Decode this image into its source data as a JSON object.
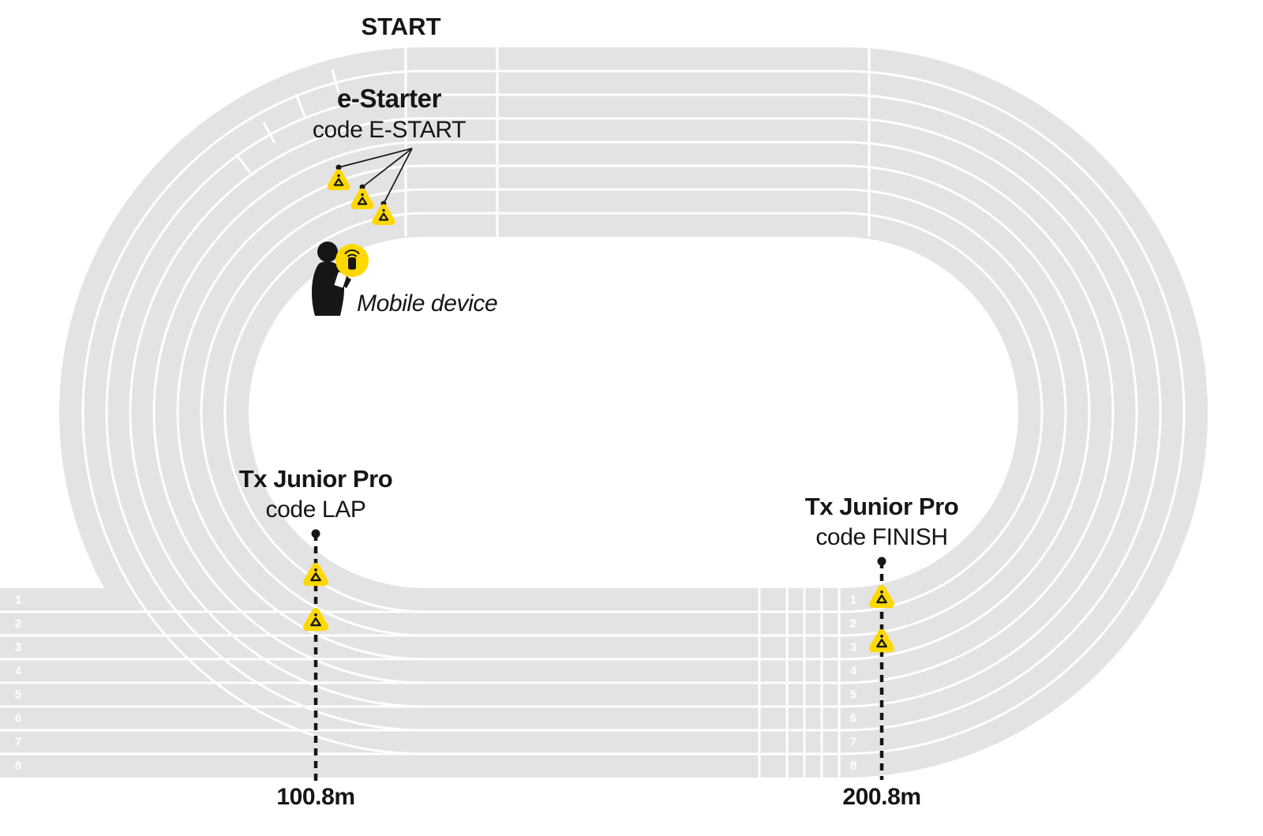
{
  "diagram": {
    "type": "athletics-track-timing-setup",
    "colors": {
      "track_gray": "#e3e3e4",
      "lane_line": "#ffffff",
      "device_yellow": "#ffd800",
      "text_black": "#161616"
    },
    "start": {
      "label": "START"
    },
    "e_starter": {
      "name": "e-Starter",
      "code": "code E-START"
    },
    "mobile_device": {
      "label": "Mobile device"
    },
    "lap_point": {
      "name": "Tx Junior Pro",
      "code": "code LAP",
      "distance": "100.8m"
    },
    "finish_point": {
      "name": "Tx Junior Pro",
      "code": "code FINISH",
      "distance": "200.8m"
    },
    "lanes": {
      "left": [
        "1",
        "2",
        "3",
        "4",
        "5",
        "6",
        "7",
        "8"
      ],
      "finish": [
        "1",
        "2",
        "3",
        "4",
        "5",
        "6",
        "7",
        "8"
      ]
    },
    "icons": {
      "transponder": "yellow rounded triangle with black triangle glyph",
      "mobile": "yellow circle with black phone and signal waves",
      "person": "black silhouette holding tablet"
    }
  }
}
